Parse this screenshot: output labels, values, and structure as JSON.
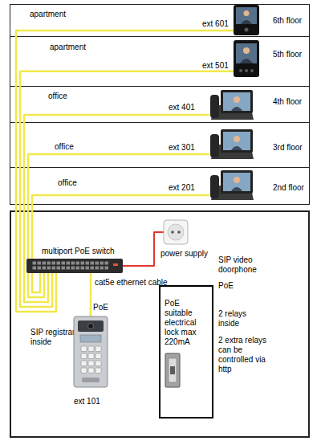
{
  "diagram": {
    "nodes": [
      {
        "text": [
          "apartment",
          "6th floor"
        ]
      },
      {
        "text": [
          "ext 601"
        ],
        "in": 0
      },
      {
        "text": [
          "apartment",
          "5th floor"
        ]
      },
      {
        "text": [
          "ext 501"
        ],
        "in": 2
      },
      {
        "text": [
          "office",
          "4th floor"
        ]
      },
      {
        "text": [
          "ext 401"
        ],
        "in": 4
      },
      {
        "text": [
          "office",
          "3rd floor"
        ]
      },
      {
        "text": [
          "ext 301"
        ],
        "in": 6
      },
      {
        "text": [
          "office",
          "2nd floor"
        ]
      },
      {
        "text": [
          "ext 201"
        ],
        "in": 8
      },
      {
        "text": [
          "SIP video doorphone",
          "PoE",
          "2 relays inside",
          "2 extra relays can be controlled via http"
        ]
      },
      {
        "text": [
          "multiport PoE switch"
        ],
        "in": 10
      },
      {
        "text": [
          "power supply"
        ],
        "in": 10
      },
      {
        "text": [
          "ext 101"
        ],
        "in": 10
      },
      {
        "text": [
          "PoE suitable electrical lock max 220mA"
        ],
        "in": 10
      }
    ],
    "edges": [
      {
        "from": 11,
        "to": 1,
        "arrow": "none"
      },
      {
        "from": 11,
        "to": 3,
        "arrow": "none"
      },
      {
        "from": 11,
        "to": 5,
        "arrow": "none"
      },
      {
        "from": 11,
        "to": 7,
        "arrow": "none"
      },
      {
        "from": 11,
        "to": 9,
        "arrow": "none"
      },
      {
        "from": 12,
        "to": 11,
        "arrow": "none"
      },
      {
        "from": 11,
        "to": 13,
        "arrow": "none"
      }
    ],
    "labels": [
      "cat5e ethernet cable",
      "PoE",
      "SIP registrar inside"
    ]
  }
}
